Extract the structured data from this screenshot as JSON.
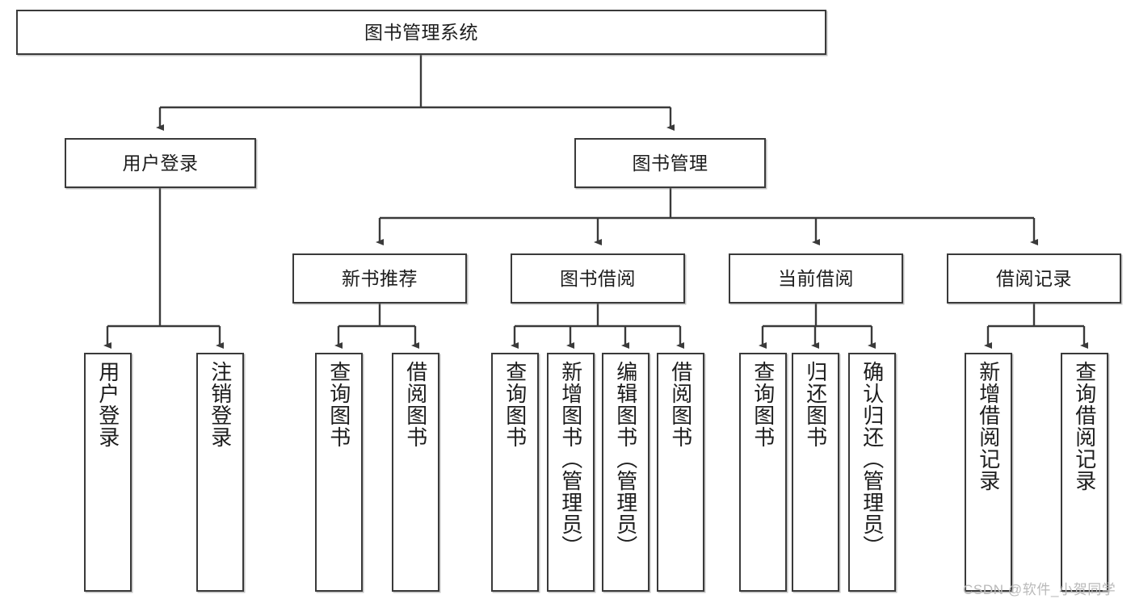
{
  "diagram": {
    "title": "图书管理系统",
    "type": "hierarchy-tree",
    "orientation": "top-down",
    "colors": {
      "box_border": "#3a3a3a",
      "box_fill": "#ffffff",
      "edge": "#3a3a3a",
      "text": "#1d1d1d",
      "watermark": "#b9b9b9"
    },
    "levels": {
      "level0": "root",
      "level1": "modules",
      "level2": "sub-modules",
      "level3": "functions"
    }
  },
  "root": {
    "label": "图书管理系统"
  },
  "modules": [
    {
      "label": "用户登录"
    },
    {
      "label": "图书管理"
    }
  ],
  "submodules": [
    {
      "label": "新书推荐"
    },
    {
      "label": "图书借阅"
    },
    {
      "label": "当前借阅"
    },
    {
      "label": "借阅记录"
    }
  ],
  "functions": {
    "user_login": [
      {
        "label": "用户登录"
      },
      {
        "label": "注销登录"
      }
    ],
    "new_book_recommend": [
      {
        "label": "查询图书"
      },
      {
        "label": "借阅图书"
      }
    ],
    "book_borrow": [
      {
        "label": "查询图书"
      },
      {
        "label": "新增图书（管理员）"
      },
      {
        "label": "编辑图书（管理员）"
      },
      {
        "label": "借阅图书"
      }
    ],
    "current_borrow": [
      {
        "label": "查询图书"
      },
      {
        "label": "归还图书"
      },
      {
        "label": "确认归还（管理员）"
      }
    ],
    "borrow_record": [
      {
        "label": "新增借阅记录"
      },
      {
        "label": "查询借阅记录"
      }
    ]
  },
  "watermark": {
    "text": "CSDN @软件_小贺同学"
  }
}
